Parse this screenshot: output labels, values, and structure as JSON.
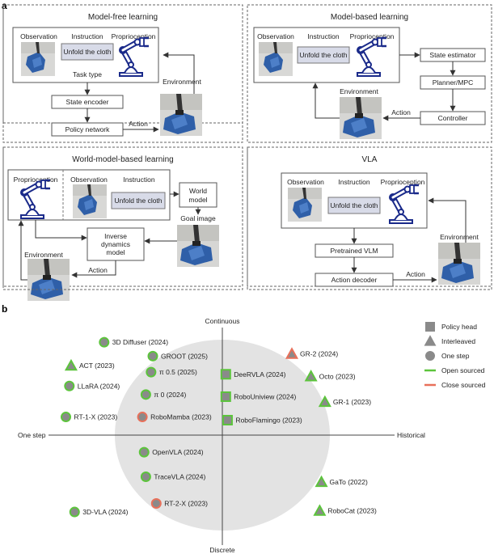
{
  "panel_labels": {
    "a": "a",
    "b": "b"
  },
  "panel_a": {
    "model_free": {
      "title": "Model-free learning",
      "observation": "Observation",
      "instruction": "Instruction",
      "proprioception": "Proprioception",
      "instruction_text": "Unfold the cloth",
      "task_type": "Task type",
      "state_encoder": "State encoder",
      "policy_network": "Policy network",
      "action": "Action",
      "environment": "Environment"
    },
    "model_based": {
      "title": "Model-based learning",
      "observation": "Observation",
      "instruction": "Instruction",
      "proprioception": "Proprioception",
      "instruction_text": "Unfold the cloth",
      "state_estimator": "State estimator",
      "planner": "Planner/MPC",
      "controller": "Controller",
      "action": "Action",
      "environment": "Environment"
    },
    "world_model": {
      "title": "World-model-based learning",
      "proprioception": "Proprioception",
      "observation": "Observation",
      "instruction": "Instruction",
      "instruction_text": "Unfold the cloth",
      "world_model": [
        "World",
        "model"
      ],
      "goal_image": "Goal image",
      "inverse_dynamics": [
        "Inverse",
        "dynamics",
        "model"
      ],
      "action": "Action",
      "environment": "Environment"
    },
    "vla": {
      "title": "VLA",
      "observation": "Observation",
      "instruction": "Instruction",
      "proprioception": "Proprioception",
      "instruction_text": "Unfold the cloth",
      "pretrained_vlm": "Pretrained VLM",
      "action_decoder": "Action decoder",
      "action": "Action",
      "environment": "Environment"
    }
  },
  "chart_data": {
    "type": "scatter",
    "axes": {
      "top": "Continuous",
      "bottom": "Discrete",
      "left": "One step",
      "right": "Historical"
    },
    "legend": {
      "placement": "top-right",
      "items": [
        {
          "label": "Policy head",
          "symbol": "square"
        },
        {
          "label": "Interleaved",
          "symbol": "triangle"
        },
        {
          "label": "One step",
          "symbol": "circle"
        },
        {
          "label": "Open sourced",
          "symbol": "line",
          "color": "#5cc43c"
        },
        {
          "label": "Close sourced",
          "symbol": "line",
          "color": "#e8705a"
        }
      ]
    },
    "colors": {
      "fill": "#8a8a8a",
      "open": "#5cc43c",
      "close": "#e8705a",
      "ellipse": "#e3e3e3"
    },
    "points": [
      {
        "label": "3D Diffuser (2024)",
        "shape": "circle",
        "source": "open",
        "x": -0.68,
        "y": 0.87
      },
      {
        "label": "ACT (2023)",
        "shape": "triangle",
        "source": "open",
        "x": -0.87,
        "y": 0.65
      },
      {
        "label": "GROOT (2025)",
        "shape": "circle",
        "source": "open",
        "x": -0.4,
        "y": 0.74
      },
      {
        "label": "π 0.5 (2025)",
        "shape": "circle",
        "source": "open",
        "x": -0.41,
        "y": 0.59
      },
      {
        "label": "LLaRA (2024)",
        "shape": "circle",
        "source": "open",
        "x": -0.88,
        "y": 0.46
      },
      {
        "label": "π 0 (2024)",
        "shape": "circle",
        "source": "open",
        "x": -0.44,
        "y": 0.38
      },
      {
        "label": "RoboMamba (2023)",
        "shape": "circle",
        "source": "close",
        "x": -0.46,
        "y": 0.17
      },
      {
        "label": "RT-1-X (2023)",
        "shape": "circle",
        "source": "open",
        "x": -0.9,
        "y": 0.17
      },
      {
        "label": "OpenVLA (2024)",
        "shape": "circle",
        "source": "open",
        "x": -0.45,
        "y": -0.16
      },
      {
        "label": "TraceVLA (2024)",
        "shape": "circle",
        "source": "open",
        "x": -0.44,
        "y": -0.39
      },
      {
        "label": "RT-2-X (2023)",
        "shape": "circle",
        "source": "close",
        "x": -0.38,
        "y": -0.64
      },
      {
        "label": "3D-VLA (2024)",
        "shape": "circle",
        "source": "open",
        "x": -0.85,
        "y": -0.72
      },
      {
        "label": "DeeRVLA (2024)",
        "shape": "square",
        "source": "open",
        "x": 0.02,
        "y": 0.57
      },
      {
        "label": "RoboUniview (2024)",
        "shape": "square",
        "source": "open",
        "x": 0.02,
        "y": 0.36
      },
      {
        "label": "RoboFlamingo (2023)",
        "shape": "square",
        "source": "open",
        "x": 0.03,
        "y": 0.14
      },
      {
        "label": "GR-2 (2024)",
        "shape": "triangle",
        "source": "close",
        "x": 0.4,
        "y": 0.76
      },
      {
        "label": "Octo (2023)",
        "shape": "triangle",
        "source": "open",
        "x": 0.51,
        "y": 0.55
      },
      {
        "label": "GR-1 (2023)",
        "shape": "triangle",
        "source": "open",
        "x": 0.59,
        "y": 0.31
      },
      {
        "label": "GaTo (2022)",
        "shape": "triangle",
        "source": "open",
        "x": 0.57,
        "y": -0.44
      },
      {
        "label": "RoboCat (2023)",
        "shape": "triangle",
        "source": "open",
        "x": 0.56,
        "y": -0.71
      }
    ]
  }
}
